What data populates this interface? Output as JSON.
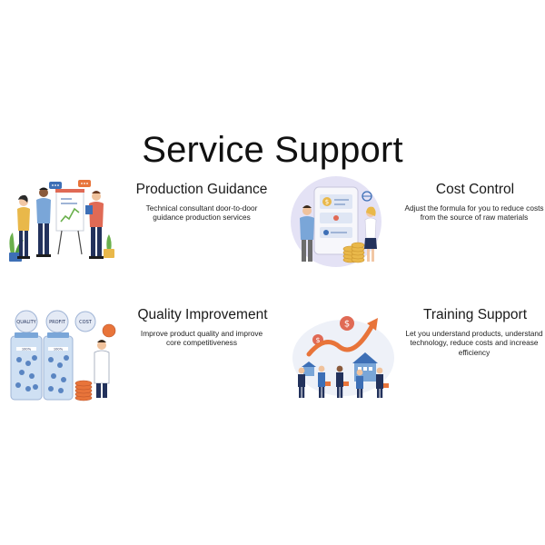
{
  "page": {
    "title": "Service Support"
  },
  "cards": [
    {
      "title": "Production Guidance",
      "description": "Technical consultant door-to-door guidance production services",
      "illustration": "team-meeting-illustration"
    },
    {
      "title": "Cost Control",
      "description": "Adjust the formula for you to reduce costs from the source of raw materials",
      "illustration": "cost-analysis-illustration"
    },
    {
      "title": "Quality Improvement",
      "description": "Improve product quality and improve core competitiveness",
      "illustration": "quality-jars-illustration",
      "labels": [
        "QUALITY",
        "PROFIT",
        "COST",
        "100%",
        "100%"
      ]
    },
    {
      "title": "Training Support",
      "description": "Let you understand products, understand technology, reduce costs and increase efficiency",
      "illustration": "growth-team-illustration"
    }
  ],
  "colors": {
    "navy": "#23325c",
    "blue": "#3d6fb6",
    "light_blue": "#cfe0f3",
    "orange": "#e8743a",
    "coral": "#e06a55",
    "gold": "#e9b84a",
    "green": "#6ab04c",
    "lavender": "#e4e2f5"
  }
}
